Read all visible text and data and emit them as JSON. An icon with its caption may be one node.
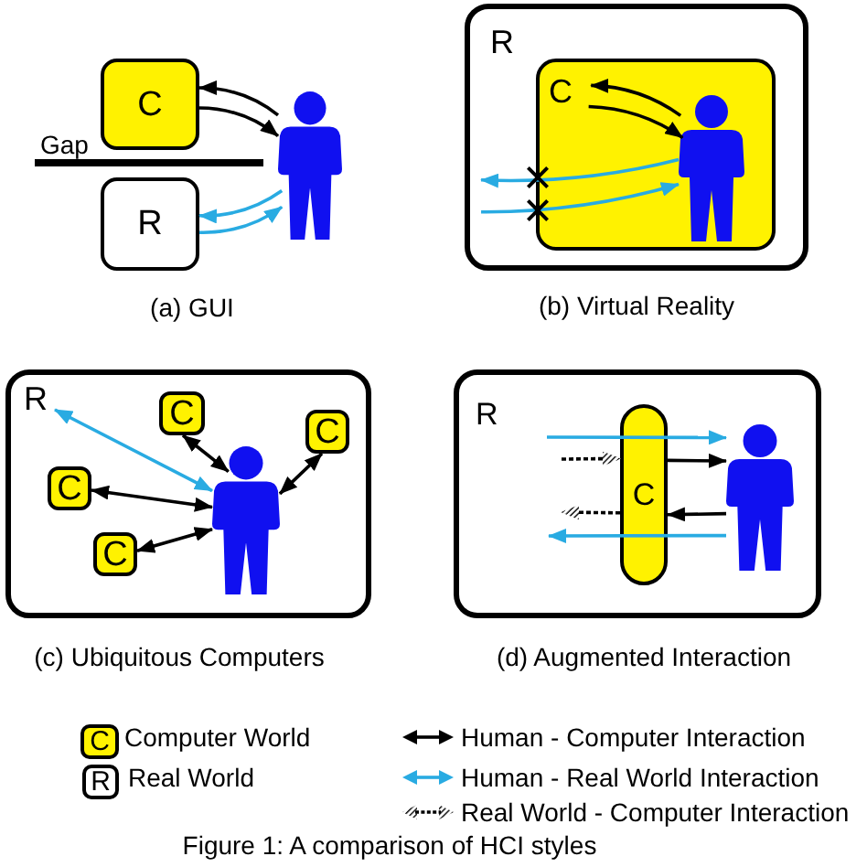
{
  "diagram": {
    "caption": "Figure 1: A comparison of HCI styles",
    "nodes": [
      {
        "text": [
          "C"
        ]
      },
      {
        "text": [
          "R"
        ]
      },
      {
        "text": [],
        "shape": "person"
      },
      {
        "text": [
          "R"
        ]
      },
      {
        "text": [
          "C"
        ],
        "in": 3
      },
      {
        "text": [],
        "shape": "person",
        "in": 4
      },
      {
        "text": [
          "R"
        ]
      },
      {
        "text": [
          "C"
        ],
        "in": 6
      },
      {
        "text": [
          "C"
        ],
        "in": 6
      },
      {
        "text": [
          "C"
        ],
        "in": 6
      },
      {
        "text": [
          "C"
        ],
        "in": 6
      },
      {
        "text": [],
        "shape": "person",
        "in": 6
      },
      {
        "text": [
          "R"
        ]
      },
      {
        "text": [
          "C"
        ],
        "in": 12
      },
      {
        "text": [],
        "shape": "person",
        "in": 12
      }
    ],
    "edges": [
      {
        "from": 2,
        "to": 0,
        "arrow": "to"
      },
      {
        "from": 0,
        "to": 2,
        "arrow": "to"
      },
      {
        "from": 2,
        "to": 1,
        "arrow": "to",
        "color": "#29abe2"
      },
      {
        "from": 1,
        "to": 2,
        "arrow": "to",
        "color": "#29abe2"
      },
      {
        "from": 5,
        "to": 4,
        "arrow": "to"
      },
      {
        "from": 4,
        "to": 5,
        "arrow": "to"
      },
      {
        "from": 5,
        "to": 3,
        "arrow": "to",
        "color": "#29abe2"
      },
      {
        "from": 3,
        "to": 5,
        "arrow": "to",
        "color": "#29abe2"
      },
      {
        "from": 11,
        "to": null,
        "arrow": "both",
        "color": "#29abe2"
      },
      {
        "from": 11,
        "to": 7,
        "arrow": "both"
      },
      {
        "from": 11,
        "to": 8,
        "arrow": "both"
      },
      {
        "from": 11,
        "to": 9,
        "arrow": "both"
      },
      {
        "from": 11,
        "to": 10,
        "arrow": "both"
      },
      {
        "from": null,
        "to": 14,
        "arrow": "to",
        "color": "#29abe2"
      },
      {
        "from": null,
        "to": 13,
        "arrow": "to",
        "style": "dashed"
      },
      {
        "from": 13,
        "to": 14,
        "arrow": "to"
      },
      {
        "from": 13,
        "to": null,
        "arrow": "to",
        "style": "dashed"
      },
      {
        "from": 14,
        "to": 13,
        "arrow": "to"
      },
      {
        "from": 14,
        "to": null,
        "arrow": "to",
        "color": "#29abe2"
      }
    ],
    "labels": [
      "Gap",
      "(a) GUI",
      "(b) Virtual Reality",
      "(c) Ubiquitous Computers",
      "(d) Augmented Interaction",
      "C",
      "R"
    ],
    "legend": [
      {
        "text": "Computer World",
        "color": "#fff200"
      },
      {
        "text": "Real World",
        "color": "#ffffff"
      },
      {
        "text": "Human - Computer Interaction"
      },
      {
        "text": "Human - Real World Interaction"
      },
      {
        "text": "Real World - Computer Interaction"
      }
    ]
  }
}
